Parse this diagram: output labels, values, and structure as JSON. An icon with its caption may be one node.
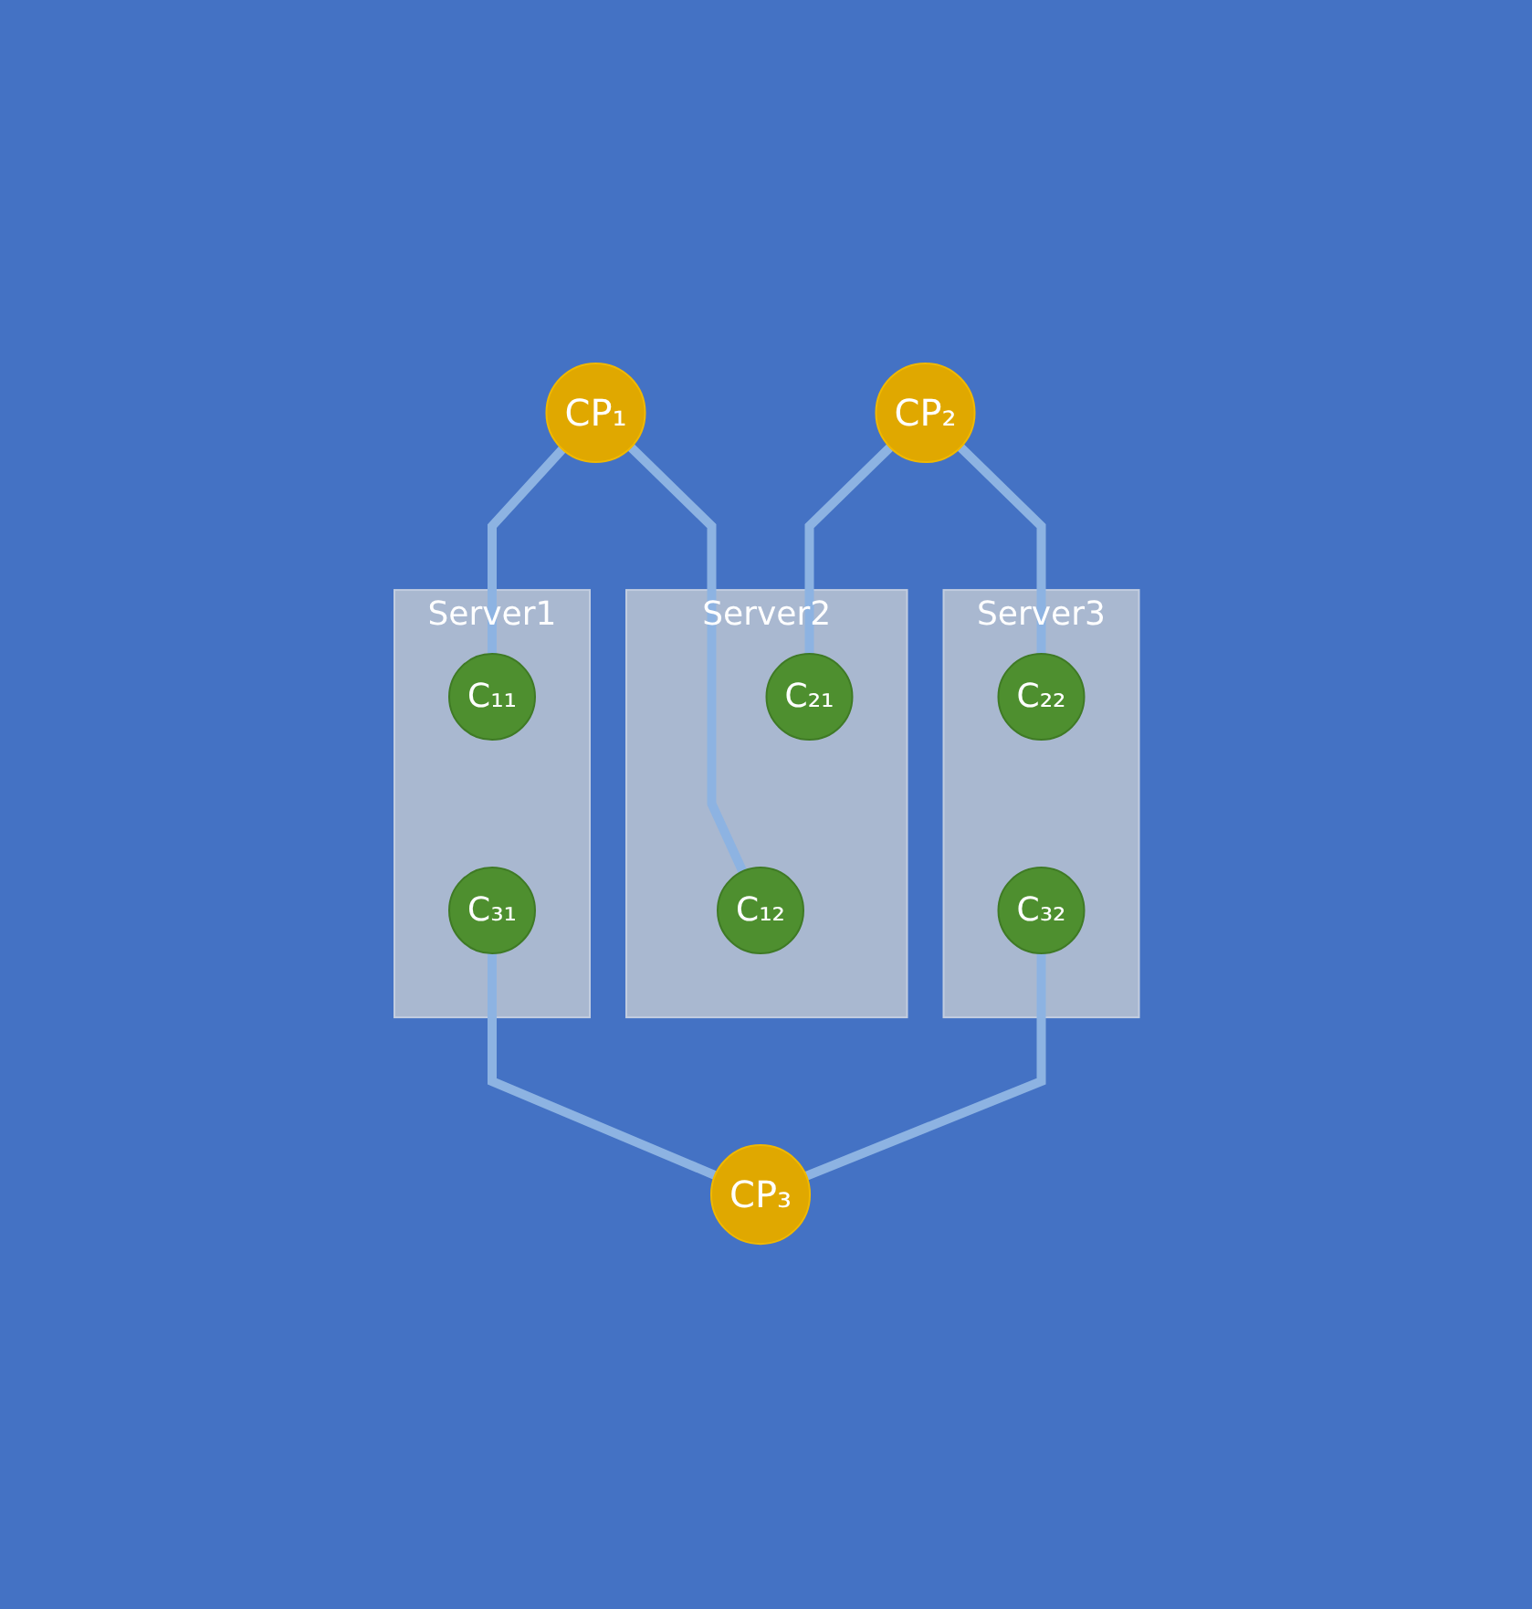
{
  "diagram": {
    "nodes": [
      {
        "text": [
          "CP₁"
        ]
      },
      {
        "text": [
          "CP₂"
        ]
      },
      {
        "text": [
          "Server1"
        ]
      },
      {
        "text": [
          "C₁₁"
        ],
        "in": 2
      },
      {
        "text": [
          "C₃₁"
        ],
        "in": 2
      },
      {
        "text": [
          "Server2"
        ]
      },
      {
        "text": [
          "C₂₁"
        ],
        "in": 5
      },
      {
        "text": [
          "C₁₂"
        ],
        "in": 5
      },
      {
        "text": [
          "Server3"
        ]
      },
      {
        "text": [
          "C₂₂"
        ],
        "in": 8
      },
      {
        "text": [
          "C₃₂"
        ],
        "in": 8
      },
      {
        "text": [
          "CP₃"
        ]
      }
    ],
    "edges": [
      {
        "from": 0,
        "to": 3,
        "arrow": "none"
      },
      {
        "from": 0,
        "to": 7,
        "arrow": "none"
      },
      {
        "from": 1,
        "to": 6,
        "arrow": "none"
      },
      {
        "from": 1,
        "to": 9,
        "arrow": "none"
      },
      {
        "from": 4,
        "to": 11,
        "arrow": "none"
      },
      {
        "from": 10,
        "to": 11,
        "arrow": "none"
      }
    ]
  }
}
